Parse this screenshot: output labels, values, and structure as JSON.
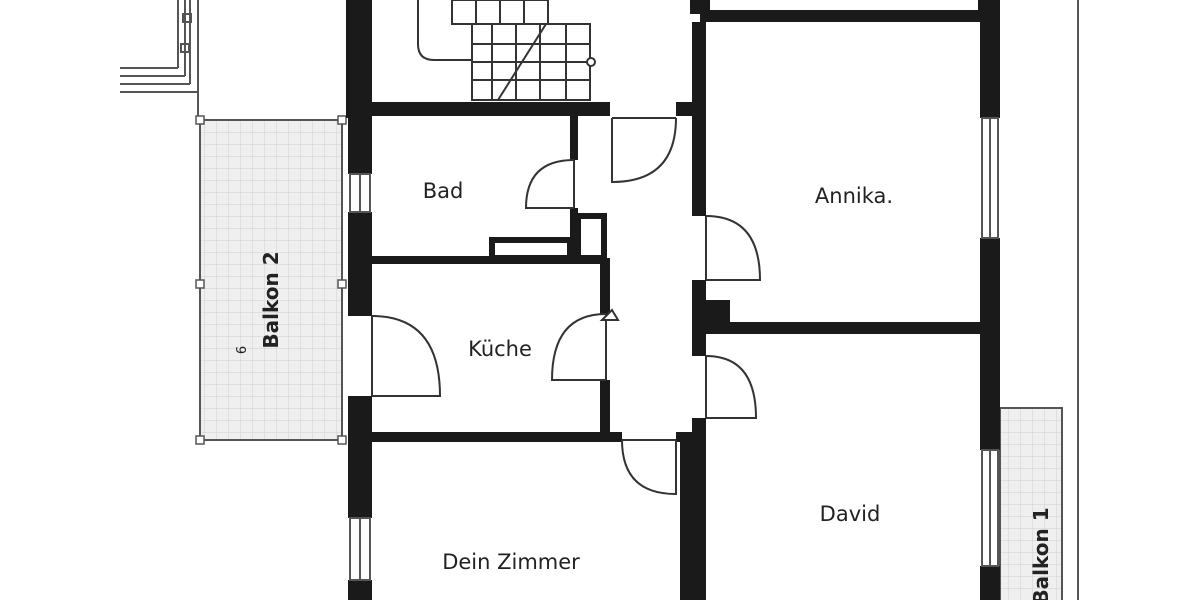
{
  "rooms": {
    "bad": "Bad",
    "annika": "Annika.",
    "kueche": "Küche",
    "david": "David",
    "dein_zimmer": "Dein Zimmer"
  },
  "balconies": {
    "balkon2": "Balkon 2",
    "balkon2_number": "6",
    "balkon1": "Balkon 1"
  },
  "colors": {
    "wall": "#1a1a1a",
    "balcony_fill": "#efefef",
    "balcony_grid": "#cfcfcf",
    "thin_line": "#555555"
  }
}
